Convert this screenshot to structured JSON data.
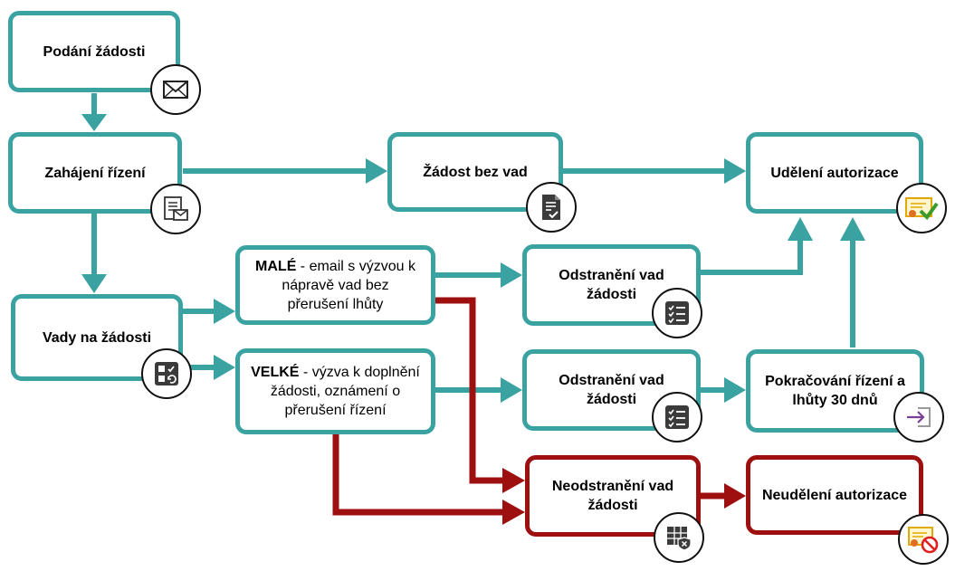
{
  "nodes": {
    "podani": "Podání žádosti",
    "zahajeni": "Zahájení řízení",
    "bez_vad": "Žádost bez vad",
    "udeleni": "Udělení autorizace",
    "vady": "Vady na žádosti",
    "male_bold": "MALÉ",
    "male_line1_rest": " - email s výzvou k",
    "male_line2": "nápravě vad bez",
    "male_line3": "přerušení lhůty",
    "velke_bold": "VELKÉ",
    "velke_line1_rest": " - výzva k doplnění",
    "velke_line2": "žádosti, oznámení o",
    "velke_line3": "přerušení řízení",
    "odstraneni1_line1": "Odstranění vad",
    "odstraneni1_line2": "žádosti",
    "odstraneni2_line1": "Odstranění vad",
    "odstraneni2_line2": "žádosti",
    "pokracovani_line1": "Pokračování řízení a",
    "pokracovani_line2": "lhůty 30 dnů",
    "neodstraneni_line1": "Neodstranění vad",
    "neodstraneni_line2": "žádosti",
    "neudeleni": "Neudělení autorizace"
  },
  "colors": {
    "teal": "#3aa3a1",
    "red": "#9e1010",
    "icon_dark": "#3b3b3b",
    "certificate_yellow": "#f5c518",
    "check_green": "#3a9a2a",
    "prohibit_red": "#e02020",
    "enter_purple": "#7a3f96"
  },
  "icons": {
    "podani": "envelope-icon",
    "zahajeni": "document-mail-icon",
    "bez_vad": "document-check-icon",
    "udeleni": "certificate-check-icon",
    "vady": "checklist-refresh-icon",
    "odstraneni1": "task-list-icon",
    "odstraneni2": "task-list-icon",
    "pokracovani": "enter-arrow-icon",
    "neodstraneni": "table-shield-icon",
    "neudeleni": "certificate-prohibited-icon"
  }
}
